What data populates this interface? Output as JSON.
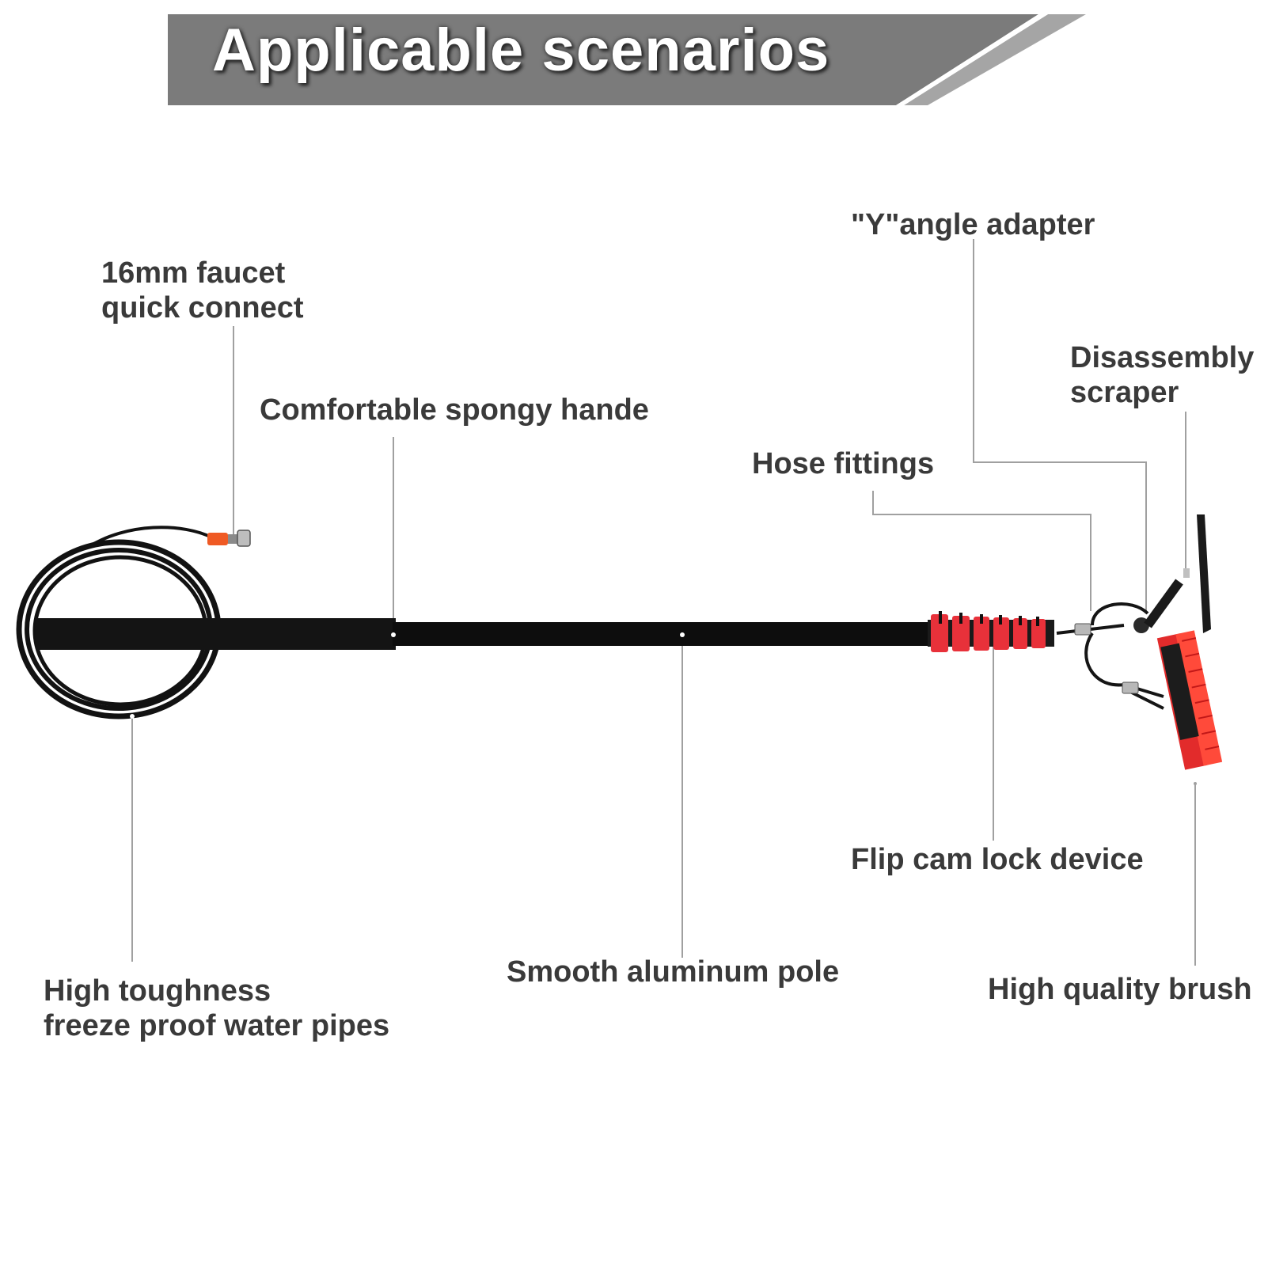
{
  "header": {
    "title": "Applicable scenarios"
  },
  "colors": {
    "banner_fill": "#7b7b7b",
    "banner_stripe": "#9a9a9a",
    "leader_line": "#9e9e9e",
    "label_text": "#3a3a3a",
    "pole_black": "#111111",
    "lock_red": "#e8313a",
    "brush_red": "#e22b2b",
    "fitting_orange": "#ef5a24"
  },
  "callouts": {
    "faucet": {
      "line1": "16mm faucet",
      "line2": "quick connect"
    },
    "handle": {
      "text": "Comfortable spongy hande"
    },
    "y_adapter": {
      "text": "\"Y\"angle adapter"
    },
    "scraper": {
      "line1": "Disassembly",
      "line2": "scraper"
    },
    "hose_fittings": {
      "text": "Hose fittings"
    },
    "cam_lock": {
      "text": "Flip cam lock device"
    },
    "pipes": {
      "line1": "High toughness",
      "line2": "freeze proof water pipes"
    },
    "pole": {
      "text": "Smooth aluminum pole"
    },
    "brush": {
      "text": "High quality brush"
    }
  }
}
